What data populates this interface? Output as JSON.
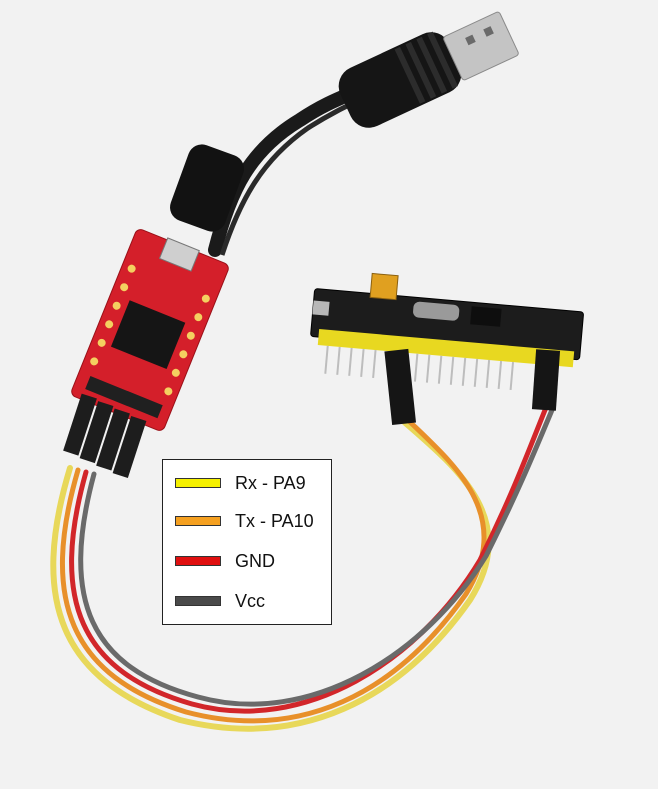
{
  "legend": {
    "items": [
      {
        "label": "Rx - PA9",
        "color": "#f5f000"
      },
      {
        "label": "Tx - PA10",
        "color": "#f5a020"
      },
      {
        "label": "GND",
        "color": "#e01010"
      },
      {
        "label": "Vcc",
        "color": "#4a4a4a"
      }
    ]
  },
  "colors": {
    "background": "#f2f2f2",
    "usb_board": "#d41f2a",
    "stm32_board": "#1c1c1c",
    "header_pins": "#e8d820",
    "cable": "#1a1a1a",
    "wire_yellow": "#e8d85a",
    "wire_orange": "#e8902a",
    "wire_red": "#d2262a",
    "wire_gray": "#6a6a6a"
  }
}
